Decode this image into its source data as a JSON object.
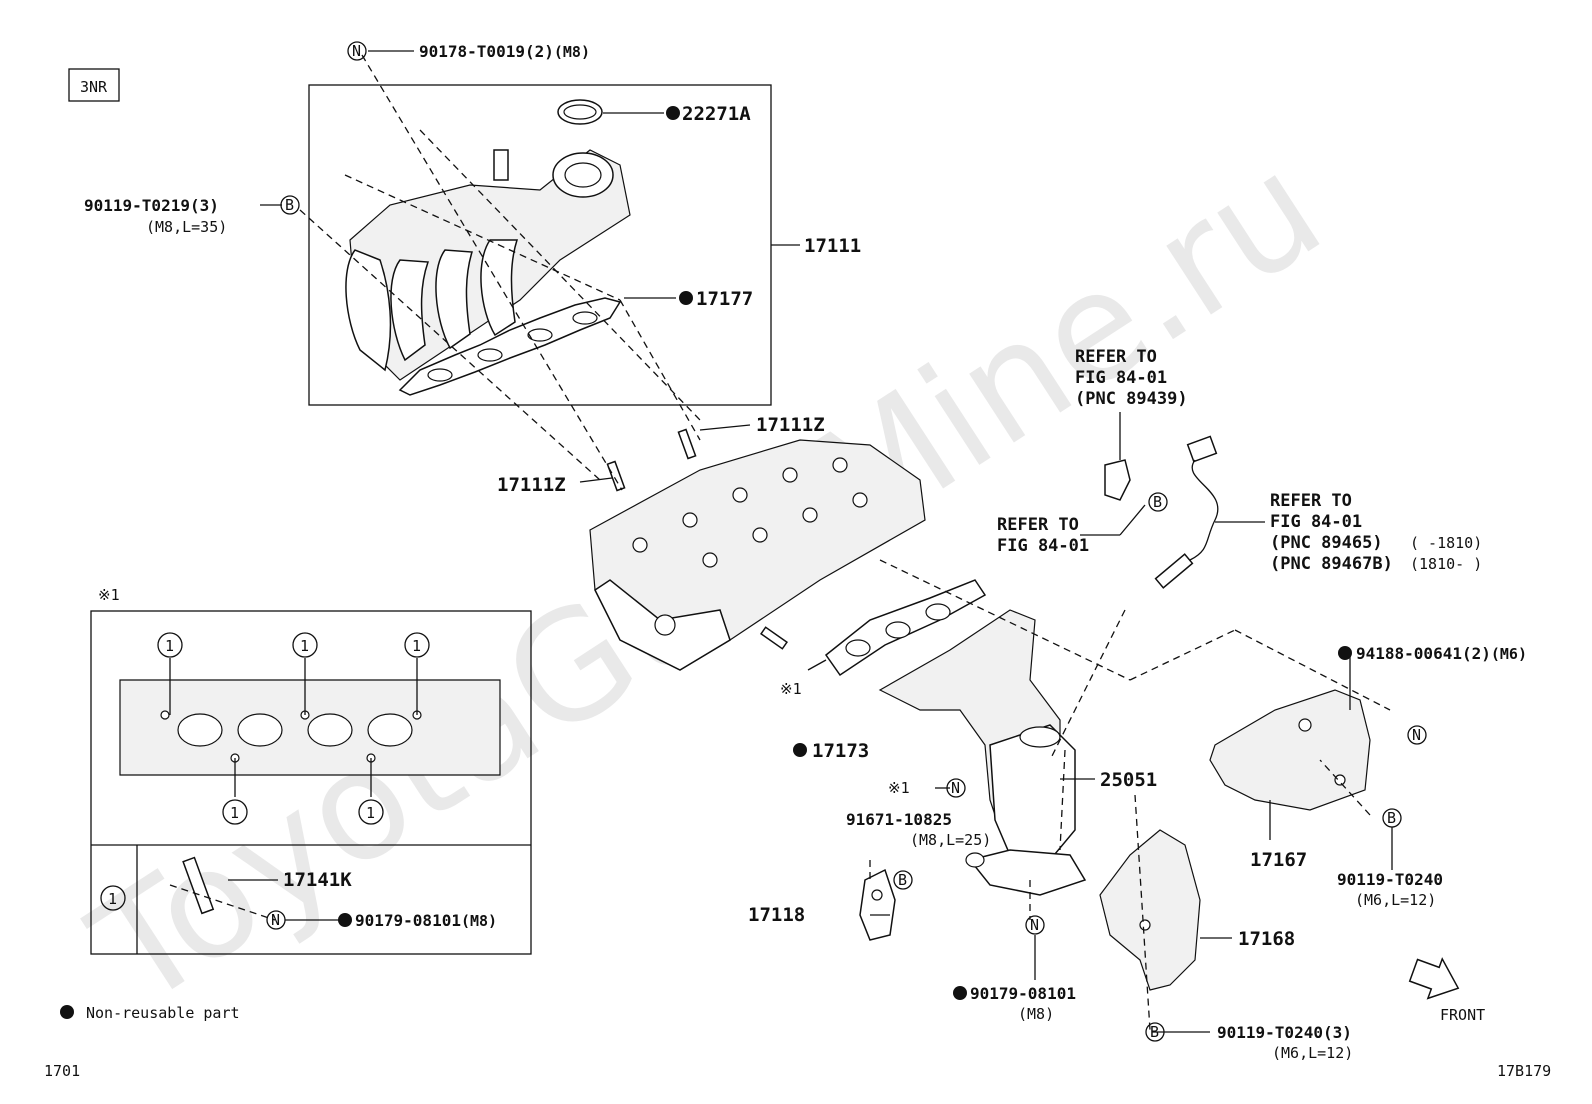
{
  "watermark": "ToyotaGuruMine.ru",
  "engine_code": "3NR",
  "legend": {
    "symbol": "●",
    "text": "Non-reusable part"
  },
  "footer": {
    "figure_number": "1701",
    "illustration_id": "17B179"
  },
  "markers": {
    "n": "N",
    "b": "B",
    "one": "1",
    "note_ref": "※1"
  },
  "parts": {
    "p90178": {
      "number": "90178-T0019(2)",
      "spec": "(M8)"
    },
    "p22271A": {
      "number": "22271A"
    },
    "p90119_t0219": {
      "number": "90119-T0219(3)",
      "spec": "(M8,L=35)"
    },
    "p17111": {
      "number": "17111"
    },
    "p17177": {
      "number": "17177"
    },
    "p17111Z_top": {
      "number": "17111Z"
    },
    "p17111Z_left": {
      "number": "17111Z"
    },
    "p17173": {
      "number": "17173"
    },
    "p25051": {
      "number": "25051"
    },
    "p91671": {
      "number": "91671-10825",
      "spec": "(M8,L=25)"
    },
    "p17118": {
      "number": "17118"
    },
    "p90179_mid": {
      "number": "90179-08101",
      "spec": "(M8)"
    },
    "p17168": {
      "number": "17168"
    },
    "p90119_t0240_3": {
      "number": "90119-T0240(3)",
      "spec": "(M6,L=12)"
    },
    "p17167": {
      "number": "17167"
    },
    "p90119_t0240": {
      "number": "90119-T0240",
      "spec": "(M6,L=12)"
    },
    "p94188": {
      "number": "94188-00641(2)",
      "spec": "(M6)"
    },
    "p17141K": {
      "number": "17141K"
    },
    "p90179_inset": {
      "number": "90179-08101",
      "spec": "(M8)"
    }
  },
  "refs": {
    "r1": [
      "REFER TO",
      "FIG 84-01",
      "(PNC 89439)"
    ],
    "r2": [
      "REFER TO",
      "FIG 84-01"
    ],
    "r3": [
      "REFER TO",
      "FIG 84-01",
      "(PNC 89465)",
      "(PNC 89467B)"
    ],
    "r3_dates": [
      "(      -1810)",
      "(1810-      )"
    ]
  },
  "front_label": "FRONT",
  "inset_label": "※1"
}
